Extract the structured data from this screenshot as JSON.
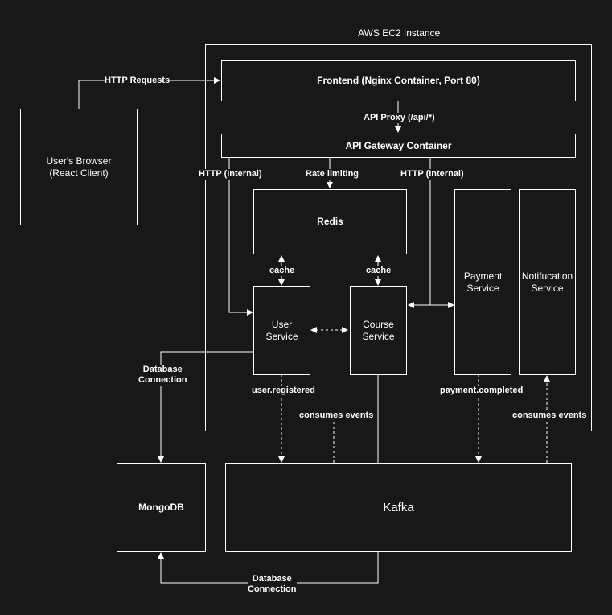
{
  "container": {
    "title": "AWS EC2 Instance"
  },
  "nodes": {
    "browser": {
      "line1": "User's Browser",
      "line2": "(React Client)"
    },
    "frontend": "Frontend (Nginx Container, Port 80)",
    "gateway": "API Gateway Container",
    "redis": "Redis",
    "user_service": {
      "line1": "User",
      "line2": "Service"
    },
    "course_service": {
      "line1": "Course",
      "line2": "Service"
    },
    "payment_service": {
      "line1": "Payment",
      "line2": "Service"
    },
    "notification_service": {
      "line1": "Notifucation",
      "line2": "Service"
    },
    "mongodb": "MongoDB",
    "kafka": "Kafka"
  },
  "edges": {
    "http_requests": "HTTP Requests",
    "api_proxy": "API Proxy (/api/*)",
    "http_internal_left": "HTTP (Internal)",
    "rate_limiting": "Rate limiting",
    "http_internal_right": "HTTP (Internal)",
    "cache_user": "cache",
    "cache_course": "cache",
    "db_conn_top": {
      "line1": "Database",
      "line2": "Connection"
    },
    "user_registered": "user.registered",
    "consumes_events_course": "consumes events",
    "payment_completed": "payment.completed",
    "consumes_events_notif": "consumes events",
    "db_conn_bottom": {
      "line1": "Database",
      "line2": "Connection"
    }
  },
  "colors": {
    "background": "#181818",
    "stroke": "#ffffff"
  }
}
